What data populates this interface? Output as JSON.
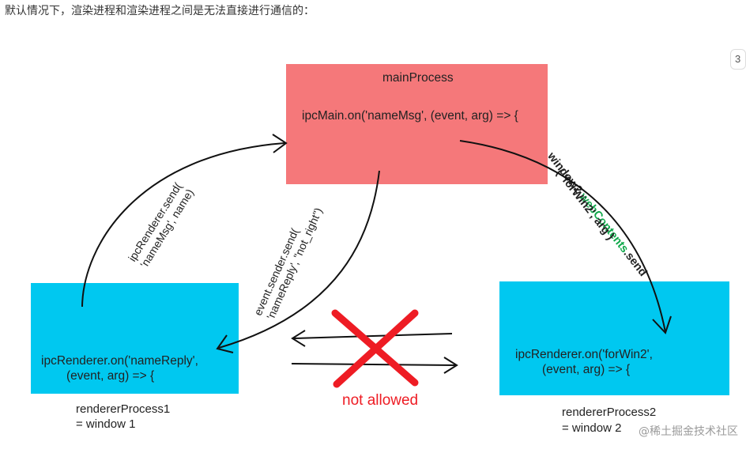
{
  "caption": "默认情况下，渲染进程和渲染进程之间是无法直接进行通信的：",
  "main_process": {
    "title": "mainProcess",
    "code": "ipcMain.on('nameMsg', (event, arg) => {"
  },
  "renderer1": {
    "code_line1": "ipcRenderer.on('nameReply',",
    "code_line2": "(event, arg) => {",
    "label_line1": "rendererProcess1",
    "label_line2": "= window 1"
  },
  "renderer2": {
    "code_line1": "ipcRenderer.on('forWin2',",
    "code_line2": "(event, arg) => {",
    "label_line1": "rendererProcess2",
    "label_line2": "= window 2"
  },
  "arrows": {
    "send_line1": "ipcRenderer.send(",
    "send_line2": "'nameMsg', name)",
    "reply_line1": "event.sender.send(",
    "reply_line2": "'nameReply', \"not_right\")",
    "webcontents_prefix": "window2.",
    "webcontents_highlight": "webContents",
    "webcontents_suffix": ".send",
    "webcontents_args": "( 'forWin2', arg )"
  },
  "not_allowed_label": "not allowed",
  "watermark": "@稀土掘金技术社区",
  "edge_mark": "3",
  "colors": {
    "main_box": "#f5787a",
    "renderer_box": "#00c8f0",
    "forbidden": "#ee1c24",
    "highlight": "#0fa84a"
  }
}
